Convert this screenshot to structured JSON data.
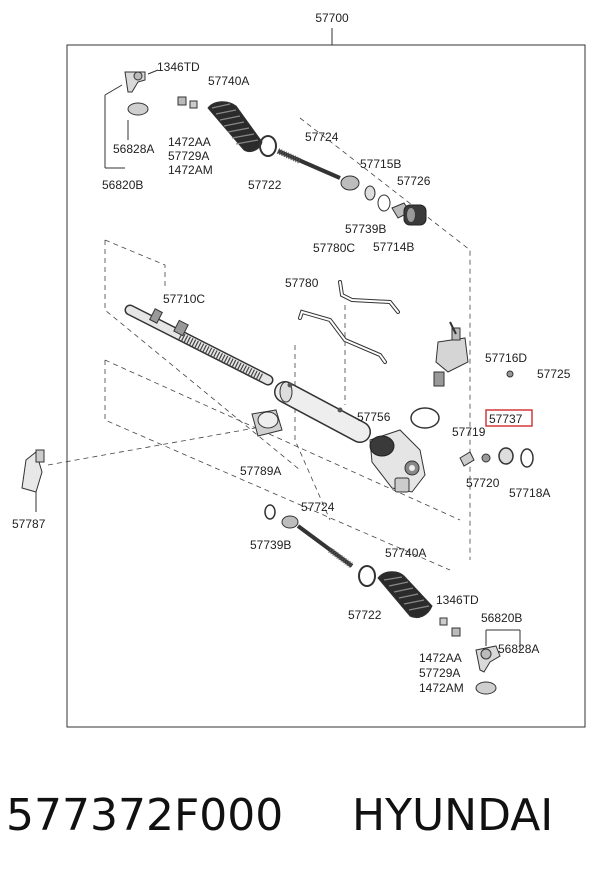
{
  "diagram": {
    "assembly_number": "57700",
    "highlight_color": "#d43a3a",
    "labels": {
      "l1346TD_top": "1346TD",
      "l57740A_top": "57740A",
      "l56828A_top": "56828A",
      "l1472AA_top": "1472AA",
      "l57729A_top": "57729A",
      "l1472AM_top": "1472AM",
      "l56820B_top": "56820B",
      "l57724_top": "57724",
      "l57722_top": "57722",
      "l57715B": "57715B",
      "l57726": "57726",
      "l57739B_top": "57739B",
      "l57714B": "57714B",
      "l57780C": "57780C",
      "l57780": "57780",
      "l57710C": "57710C",
      "l57716D": "57716D",
      "l57725": "57725",
      "l57756": "57756",
      "l57737": "57737",
      "l57719": "57719",
      "l57720": "57720",
      "l57718A": "57718A",
      "l57789A": "57789A",
      "l57787": "57787",
      "l57724_bot": "57724",
      "l57739B_bot": "57739B",
      "l57740A_bot": "57740A",
      "l57722_bot": "57722",
      "l1346TD_bot": "1346TD",
      "l56820B_bot": "56820B",
      "l56828A_bot": "56828A",
      "l1472AA_bot": "1472AA",
      "l57729A_bot": "57729A",
      "l1472AM_bot": "1472AM"
    }
  },
  "caption": {
    "part_number": "577372F000",
    "brand": "HYUNDAI"
  }
}
